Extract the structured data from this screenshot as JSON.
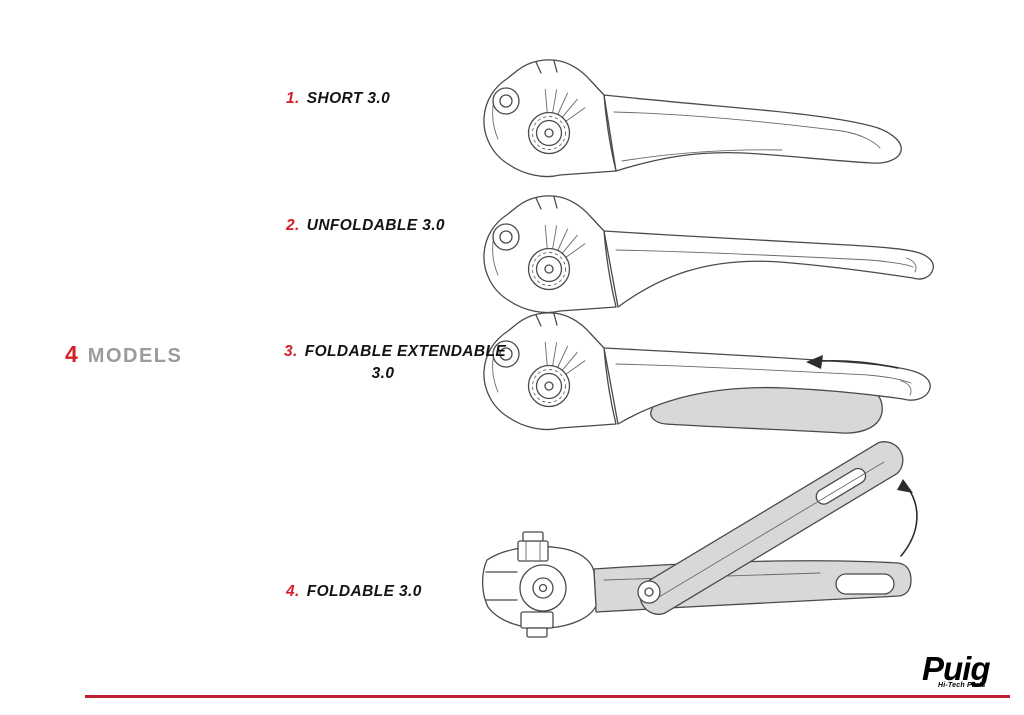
{
  "page": {
    "heading": {
      "number": "4",
      "label": "MODELS"
    },
    "models": [
      {
        "index": "1.",
        "name": "SHORT 3.0"
      },
      {
        "index": "2.",
        "name": "UNFOLDABLE 3.0"
      },
      {
        "index": "3.",
        "name": "FOLDABLE EXTENDABLE",
        "name2": "3.0"
      },
      {
        "index": "4.",
        "name": "FOLDABLE 3.0"
      }
    ],
    "illustrations": [
      {
        "name": "short-3.0-lever"
      },
      {
        "name": "unfoldable-3.0-lever"
      },
      {
        "name": "foldable-extendable-3.0-lever",
        "icon": "extend-left-arrow"
      },
      {
        "name": "foldable-3.0-lever",
        "icon": "fold-up-curved-arrow"
      }
    ],
    "logo": {
      "brand": "Puig",
      "tagline": "Hi-Tech Parts"
    },
    "colors": {
      "accent_red": "#d42027",
      "heading_gray": "#9b9b9b",
      "footer_line_red": "#bf1e2e",
      "illustration_line": "#4a4a4a",
      "illustration_shade": "#d8d8d8"
    }
  }
}
